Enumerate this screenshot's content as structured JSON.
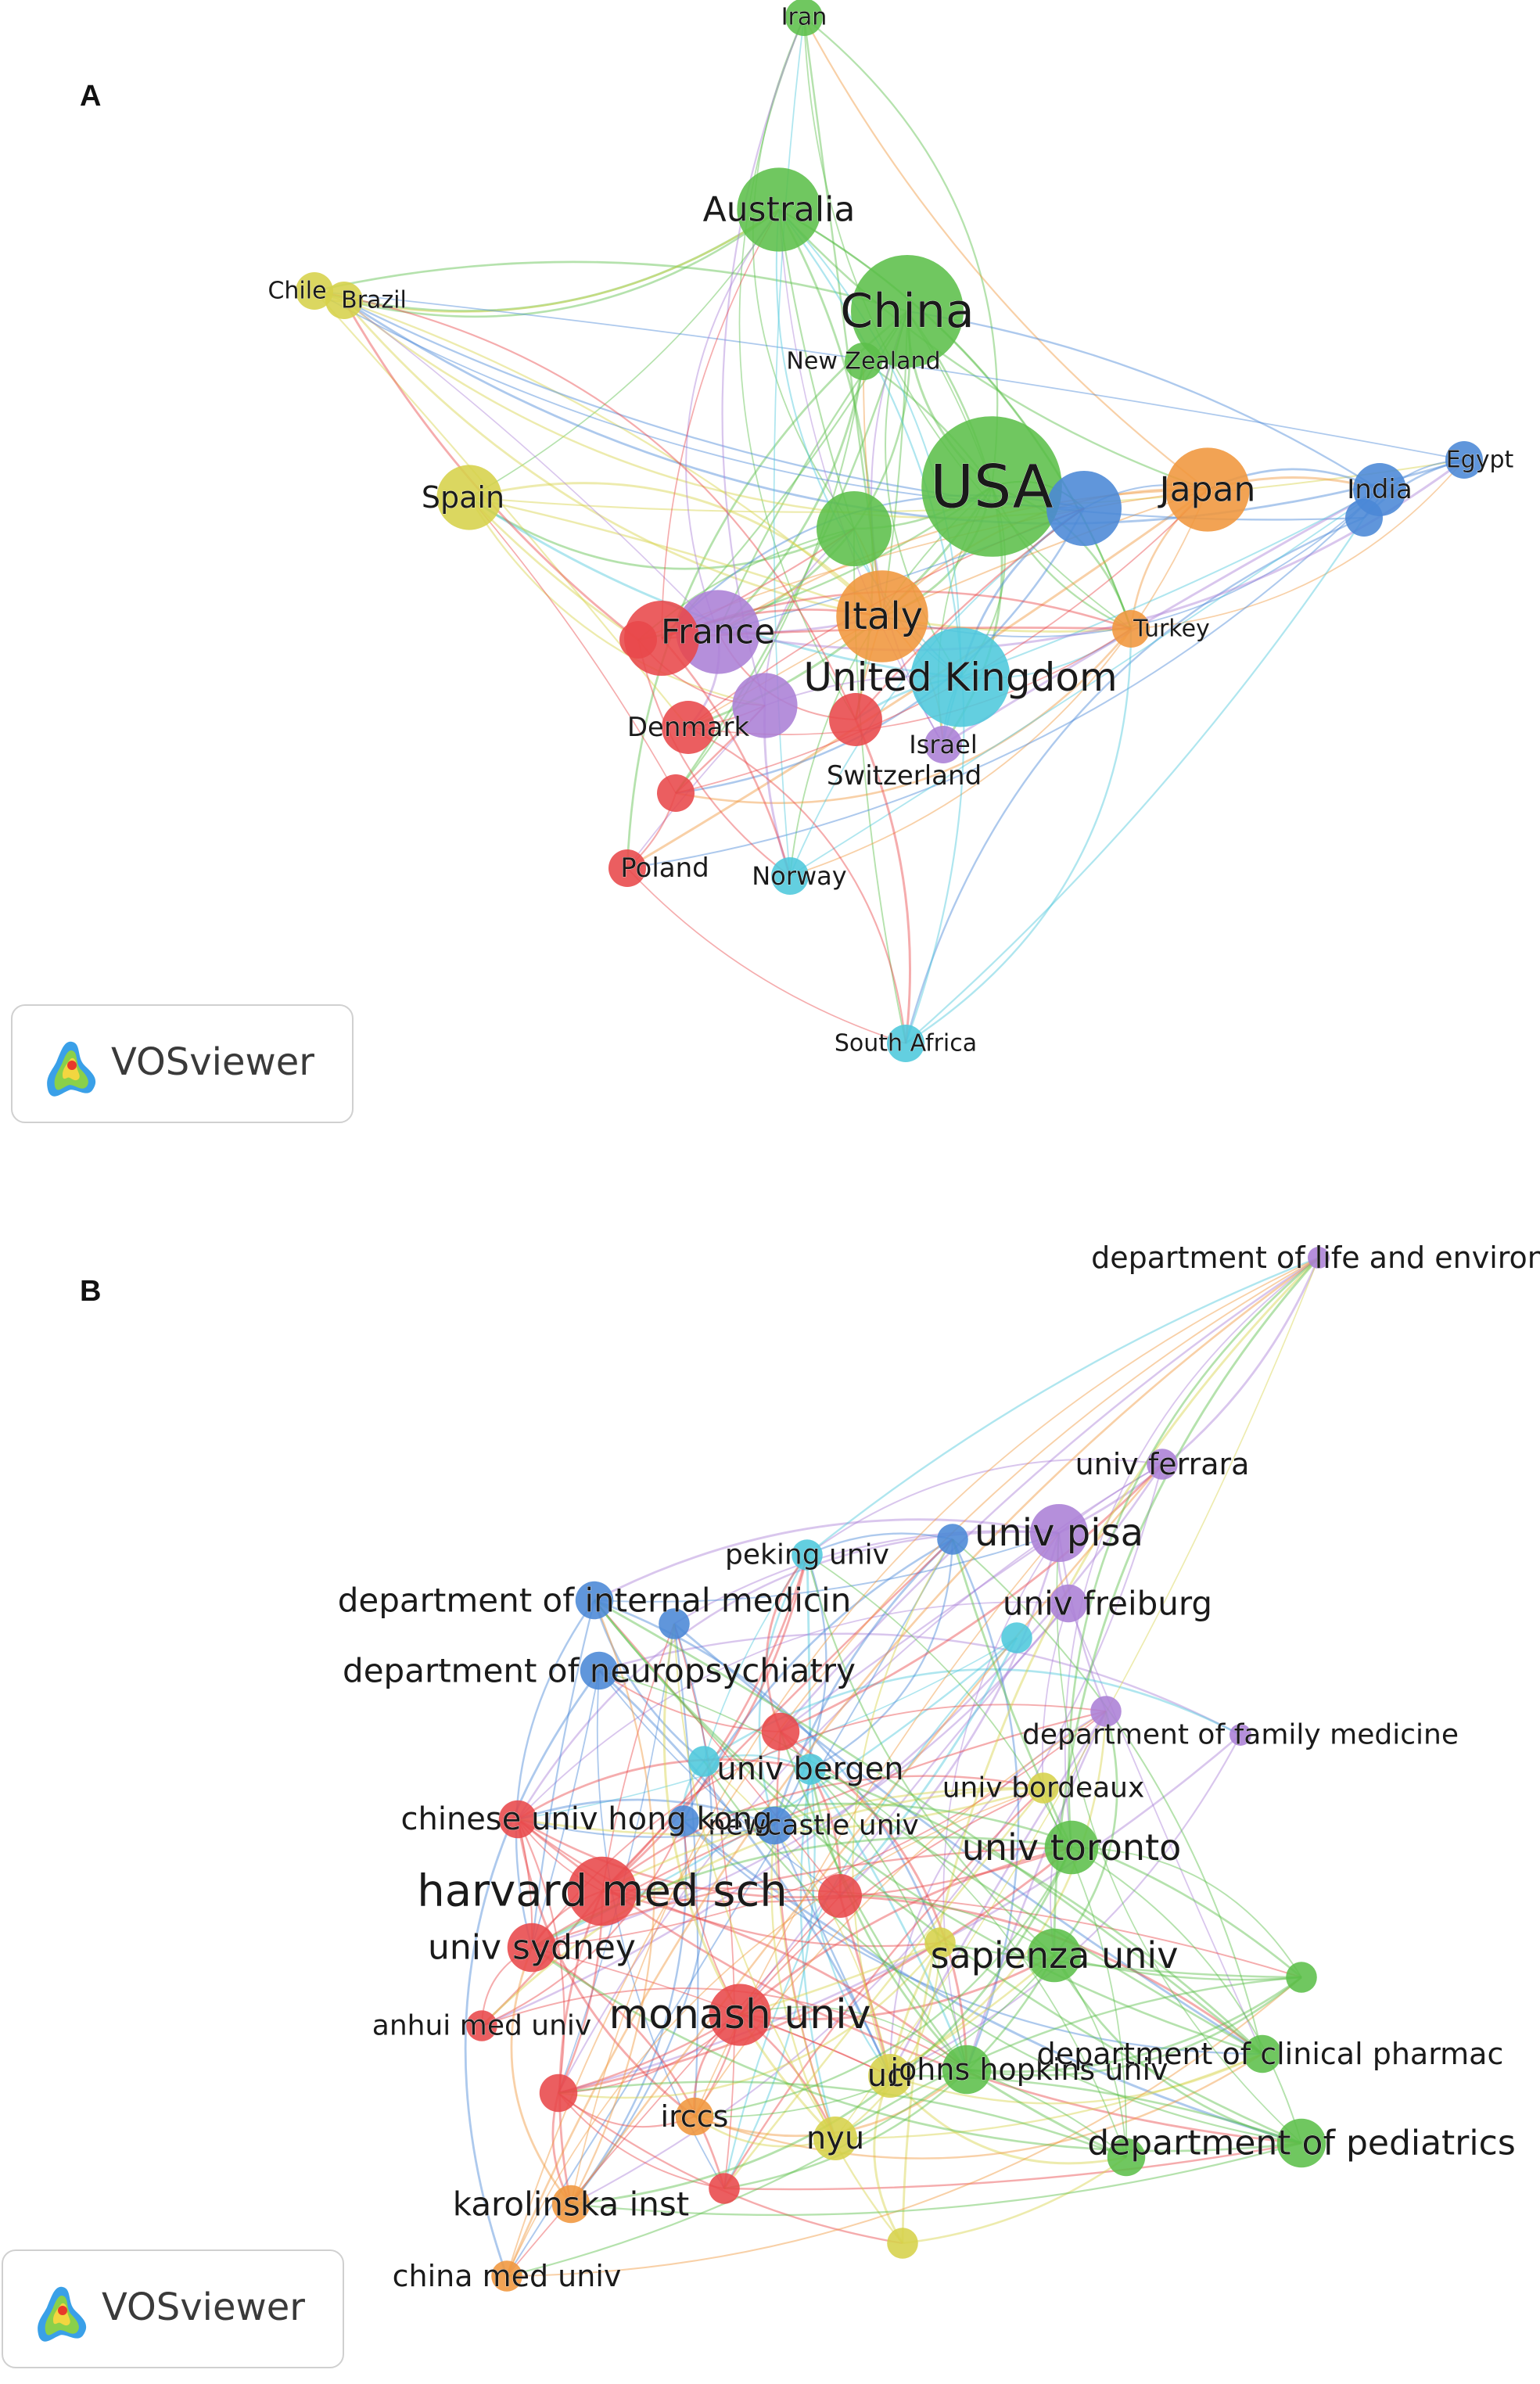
{
  "panelA": {
    "letter": "A",
    "logo_text": "VOSviewer",
    "nodes": [
      {
        "id": "iran",
        "label": "Iran",
        "color": "#5cbf4a",
        "weight": 1,
        "font": 30
      },
      {
        "id": "australia",
        "label": "Australia",
        "color": "#5cbf4a",
        "weight": 5,
        "font": 44
      },
      {
        "id": "china",
        "label": "China",
        "color": "#5cbf4a",
        "weight": 9,
        "font": 60
      },
      {
        "id": "newzealand",
        "label": "New Zealand",
        "color": "#5cbf4a",
        "weight": 1,
        "font": 30
      },
      {
        "id": "usa",
        "label": "USA",
        "color": "#5cbf4a",
        "weight": 14,
        "font": 76
      },
      {
        "id": "green2",
        "label": "",
        "color": "#5cbf4a",
        "weight": 4,
        "font": 0
      },
      {
        "id": "chile",
        "label": "Chile",
        "color": "#d6d24a",
        "weight": 1,
        "font": 30
      },
      {
        "id": "brazil",
        "label": "Brazil",
        "color": "#d6d24a",
        "weight": 1,
        "font": 30
      },
      {
        "id": "spain",
        "label": "Spain",
        "color": "#d6d24a",
        "weight": 3,
        "font": 38
      },
      {
        "id": "japan",
        "label": "Japan",
        "color": "#f0963c",
        "weight": 5,
        "font": 44
      },
      {
        "id": "italy",
        "label": "Italy",
        "color": "#f0963c",
        "weight": 6,
        "font": 48
      },
      {
        "id": "turkey",
        "label": "Turkey",
        "color": "#f0963c",
        "weight": 1,
        "font": 30
      },
      {
        "id": "blueA",
        "label": "",
        "color": "#4a88d6",
        "weight": 4,
        "font": 0
      },
      {
        "id": "india",
        "label": "India",
        "color": "#4a88d6",
        "weight": 2,
        "font": 34
      },
      {
        "id": "egypt",
        "label": "Egypt",
        "color": "#4a88d6",
        "weight": 1,
        "font": 30
      },
      {
        "id": "indiaSmall",
        "label": "",
        "color": "#4a88d6",
        "weight": 1,
        "font": 0
      },
      {
        "id": "uk",
        "label": "United Kingdom",
        "color": "#4dc8dc",
        "weight": 7,
        "font": 50
      },
      {
        "id": "norway",
        "label": "Norway",
        "color": "#4dc8dc",
        "weight": 1,
        "font": 32
      },
      {
        "id": "southafrica",
        "label": "South Africa",
        "color": "#4dc8dc",
        "weight": 1,
        "font": 30
      },
      {
        "id": "france",
        "label": "France",
        "color": "#ab80d6",
        "weight": 5,
        "font": 44
      },
      {
        "id": "purple2",
        "label": "",
        "color": "#ab80d6",
        "weight": 3,
        "font": 0
      },
      {
        "id": "israel",
        "label": "Israel",
        "color": "#ab80d6",
        "weight": 1,
        "font": 32
      },
      {
        "id": "red1",
        "label": "",
        "color": "#e8484a",
        "weight": 4,
        "font": 0
      },
      {
        "id": "denmark",
        "label": "Denmark",
        "color": "#e8484a",
        "weight": 2,
        "font": 34
      },
      {
        "id": "switzerland",
        "label": "Switzerland",
        "color": "#e8484a",
        "weight": 2,
        "font": 34
      },
      {
        "id": "poland",
        "label": "Poland",
        "color": "#e8484a",
        "weight": 1,
        "font": 34
      },
      {
        "id": "redSmall",
        "label": "",
        "color": "#e8484a",
        "weight": 1,
        "font": 0
      },
      {
        "id": "redSmall2",
        "label": "",
        "color": "#e8484a",
        "weight": 1,
        "font": 0
      }
    ]
  },
  "panelB": {
    "letter": "B",
    "logo_text": "VOSviewer",
    "nodes": [
      {
        "id": "dle",
        "label": "department of life and environ",
        "color": "#ab80d6",
        "weight": 1,
        "font": 38
      },
      {
        "id": "ferrara",
        "label": "univ ferrara",
        "color": "#ab80d6",
        "weight": 2,
        "font": 38
      },
      {
        "id": "pisa",
        "label": "univ pisa",
        "color": "#ab80d6",
        "weight": 7,
        "font": 48
      },
      {
        "id": "freiburg",
        "label": "univ freiburg",
        "color": "#ab80d6",
        "weight": 3,
        "font": 42
      },
      {
        "id": "famed",
        "label": "department of family medicine",
        "color": "#ab80d6",
        "weight": 1,
        "font": 36
      },
      {
        "id": "purpleB",
        "label": "",
        "color": "#ab80d6",
        "weight": 2,
        "font": 0
      },
      {
        "id": "peking",
        "label": "peking univ",
        "color": "#4dc8dc",
        "weight": 2,
        "font": 36
      },
      {
        "id": "bergen",
        "label": "univ bergen",
        "color": "#4dc8dc",
        "weight": 2,
        "font": 40
      },
      {
        "id": "cyan2",
        "label": "",
        "color": "#4dc8dc",
        "weight": 2,
        "font": 0
      },
      {
        "id": "cyan3",
        "label": "",
        "color": "#4dc8dc",
        "weight": 2,
        "font": 0
      },
      {
        "id": "intmed",
        "label": "department of internal medicin",
        "color": "#4a88d6",
        "weight": 3,
        "font": 42
      },
      {
        "id": "neuro",
        "label": "department of neuropsychiatry",
        "color": "#4a88d6",
        "weight": 3,
        "font": 42
      },
      {
        "id": "newcastle",
        "label": "newcastle univ",
        "color": "#4a88d6",
        "weight": 3,
        "font": 36
      },
      {
        "id": "blueB1",
        "label": "",
        "color": "#4a88d6",
        "weight": 2,
        "font": 0
      },
      {
        "id": "blueB2",
        "label": "",
        "color": "#4a88d6",
        "weight": 2,
        "font": 0
      },
      {
        "id": "blueB3",
        "label": "",
        "color": "#4a88d6",
        "weight": 2,
        "font": 0
      },
      {
        "id": "hongkong",
        "label": "chinese univ hong kong",
        "color": "#e8484a",
        "weight": 3,
        "font": 40
      },
      {
        "id": "harvard",
        "label": "harvard med sch",
        "color": "#e8484a",
        "weight": 10,
        "font": 56
      },
      {
        "id": "sydney",
        "label": "univ sydney",
        "color": "#e8484a",
        "weight": 5,
        "font": 44
      },
      {
        "id": "anhui",
        "label": "anhui med univ",
        "color": "#e8484a",
        "weight": 2,
        "font": 36
      },
      {
        "id": "monash",
        "label": "monash univ",
        "color": "#e8484a",
        "weight": 8,
        "font": 52
      },
      {
        "id": "redB1",
        "label": "",
        "color": "#e8484a",
        "weight": 4,
        "font": 0
      },
      {
        "id": "redB2",
        "label": "",
        "color": "#e8484a",
        "weight": 3,
        "font": 0
      },
      {
        "id": "redB3",
        "label": "",
        "color": "#e8484a",
        "weight": 3,
        "font": 0
      },
      {
        "id": "redB4",
        "label": "",
        "color": "#e8484a",
        "weight": 2,
        "font": 0
      },
      {
        "id": "bordeaux",
        "label": "univ bordeaux",
        "color": "#d6d24a",
        "weight": 2,
        "font": 36
      },
      {
        "id": "ucl",
        "label": "ucl",
        "color": "#d6d24a",
        "weight": 4,
        "font": 40
      },
      {
        "id": "nyu",
        "label": "nyu",
        "color": "#d6d24a",
        "weight": 4,
        "font": 40
      },
      {
        "id": "yellowB1",
        "label": "",
        "color": "#d6d24a",
        "weight": 2,
        "font": 0
      },
      {
        "id": "yellowB2",
        "label": "",
        "color": "#d6d24a",
        "weight": 2,
        "font": 0
      },
      {
        "id": "irccs",
        "label": "irccs",
        "color": "#f0963c",
        "weight": 3,
        "font": 38
      },
      {
        "id": "karolinska",
        "label": "karolinska inst",
        "color": "#f0963c",
        "weight": 3,
        "font": 42
      },
      {
        "id": "chinamed",
        "label": "china med univ",
        "color": "#f0963c",
        "weight": 2,
        "font": 38
      },
      {
        "id": "toronto",
        "label": "univ toronto",
        "color": "#5cbf4a",
        "weight": 6,
        "font": 46
      },
      {
        "id": "sapienza",
        "label": "sapienza univ",
        "color": "#5cbf4a",
        "weight": 6,
        "font": 46
      },
      {
        "id": "hopkins",
        "label": "johns hopkins univ",
        "color": "#5cbf4a",
        "weight": 5,
        "font": 38
      },
      {
        "id": "clinpharm",
        "label": "department of clinical pharmac",
        "color": "#5cbf4a",
        "weight": 3,
        "font": 38
      },
      {
        "id": "peds",
        "label": "department of pediatrics",
        "color": "#5cbf4a",
        "weight": 5,
        "font": 44
      },
      {
        "id": "greenB1",
        "label": "",
        "color": "#5cbf4a",
        "weight": 3,
        "font": 0
      },
      {
        "id": "greenB2",
        "label": "",
        "color": "#5cbf4a",
        "weight": 2,
        "font": 0
      }
    ]
  }
}
